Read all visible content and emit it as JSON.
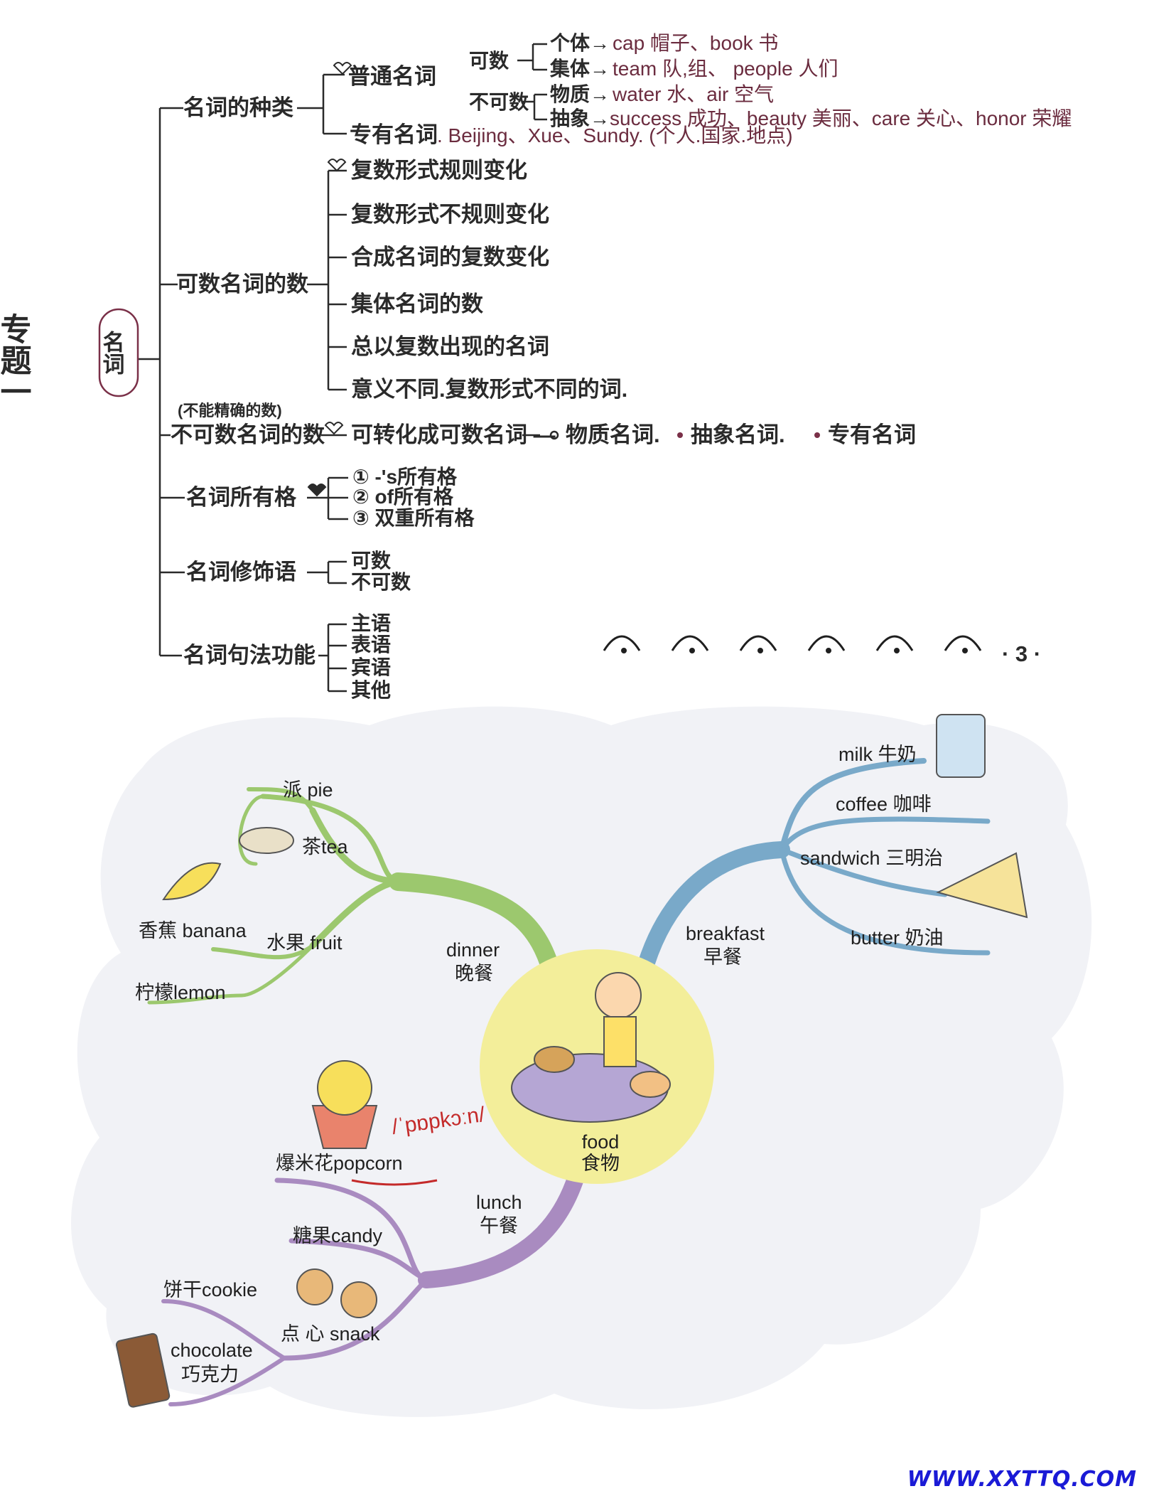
{
  "topic": {
    "title": "专题一",
    "center": "名词"
  },
  "kinds": {
    "label": "名词的种类",
    "common": "普通名词",
    "countable": "可数",
    "individual": "个体→",
    "individual_ex": "cap 帽子、book 书",
    "collective": "集体→",
    "collective_ex": "team 队,组、 people 人们",
    "uncountable": "不可数",
    "material": "物质→",
    "material_ex": "water 水、air 空气",
    "abstract": "抽象→",
    "abstract_ex": "success 成功、beauty 美丽、care 关心、honor 荣耀",
    "proper": "专有名词",
    "proper_ex": ". Beijing、Xue、Sundy. (个人.国家.地点)"
  },
  "countable_numbers": {
    "label": "可数名词的数",
    "items": [
      "复数形式规则变化",
      "复数形式不规则变化",
      "合成名词的复数变化",
      "集体名词的数",
      "总以复数出现的名词",
      "意义不同.复数形式不同的词."
    ]
  },
  "uncountable_numbers": {
    "note": "(不能精确的数)",
    "label": "不可数名词的数",
    "convert": "可转化成可数名词 —",
    "types": [
      "物质名词.",
      "抽象名词.",
      "专有名词"
    ]
  },
  "possessive": {
    "label": "名词所有格",
    "items": [
      "① -'s所有格",
      "② of所有格",
      "③ 双重所有格"
    ]
  },
  "modifier": {
    "label": "名词修饰语",
    "items": [
      "可数",
      "不可数"
    ]
  },
  "functions": {
    "label": "名词句法功能",
    "items": [
      "主语",
      "表语",
      "宾语",
      "其他"
    ]
  },
  "decor_text": "· 3 ·",
  "food_map": {
    "center_en": "food",
    "center_cn": "食物",
    "dinner": {
      "en": "dinner",
      "cn": "晚餐"
    },
    "breakfast": {
      "en": "breakfast",
      "cn": "早餐"
    },
    "lunch": {
      "en": "lunch",
      "cn": "午餐"
    },
    "pie": "派  pie",
    "tea": "茶tea",
    "fruit": "水果 fruit",
    "banana": "香蕉 banana",
    "lemon": "柠檬lemon",
    "milk": "milk  牛奶",
    "coffee": "coffee  咖啡",
    "sandwich": "sandwich 三明治",
    "butter": "butter  奶油",
    "popcorn": "爆米花popcorn",
    "popcorn_phonetic": "/ˈpɒpkɔːn/",
    "candy": "糖果candy",
    "cookie": "饼干cookie",
    "snack": "点 心 snack",
    "chocolate_en": "chocolate",
    "chocolate_cn": "巧克力"
  },
  "footer": "WWW.XXTTQ.COM",
  "colors": {
    "ink": "#2a2a2a",
    "example_ink": "#6b2c3f",
    "dinner_branch": "#9cc86e",
    "breakfast_branch": "#79a9c9",
    "lunch_branch": "#a98bc0",
    "center_circle": "#f3ee9a",
    "cloud": "#f1f2f6",
    "footer": "#1a1ad6"
  }
}
